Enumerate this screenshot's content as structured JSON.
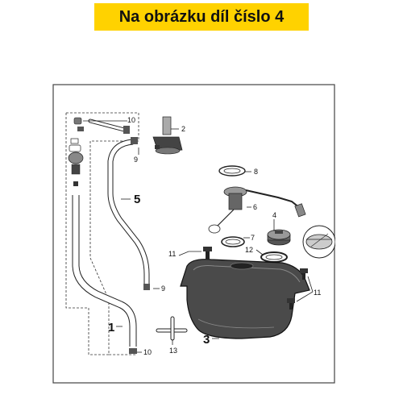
{
  "banner": {
    "text": "Na obrázku díl číslo 4",
    "color": "#ffd200"
  },
  "callouts": {
    "p1": "1",
    "p2": "2",
    "p3": "3",
    "p4": "4",
    "p5": "5",
    "p6": "6",
    "p7": "7",
    "p8": "8",
    "p9a": "9",
    "p9b": "9",
    "p10a": "10",
    "p10b": "10",
    "p11a": "11",
    "p11b": "11",
    "p12": "12",
    "p13": "13"
  }
}
